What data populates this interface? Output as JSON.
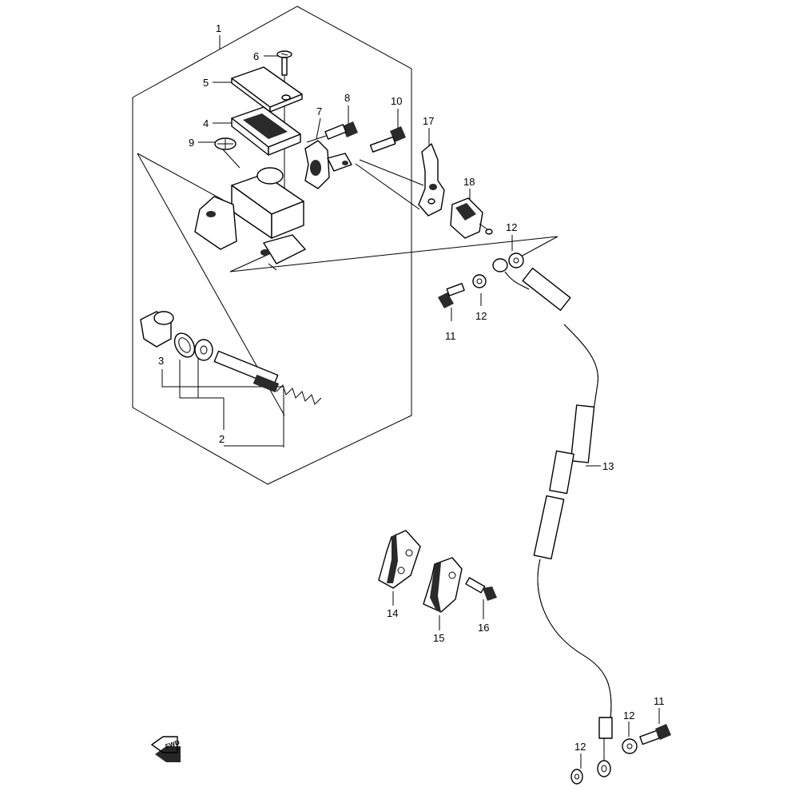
{
  "callouts": {
    "n1": "1",
    "n2": "2",
    "n3": "3",
    "n4": "4",
    "n5": "5",
    "n6": "6",
    "n7": "7",
    "n8": "8",
    "n9": "9",
    "n10": "10",
    "n11a": "11",
    "n11b": "11",
    "n12a": "12",
    "n12b": "12",
    "n12c": "12",
    "n12d": "12",
    "n13": "13",
    "n14": "14",
    "n15": "15",
    "n16": "16",
    "n17": "17",
    "n18": "18"
  },
  "fwd_badge": "FWD"
}
